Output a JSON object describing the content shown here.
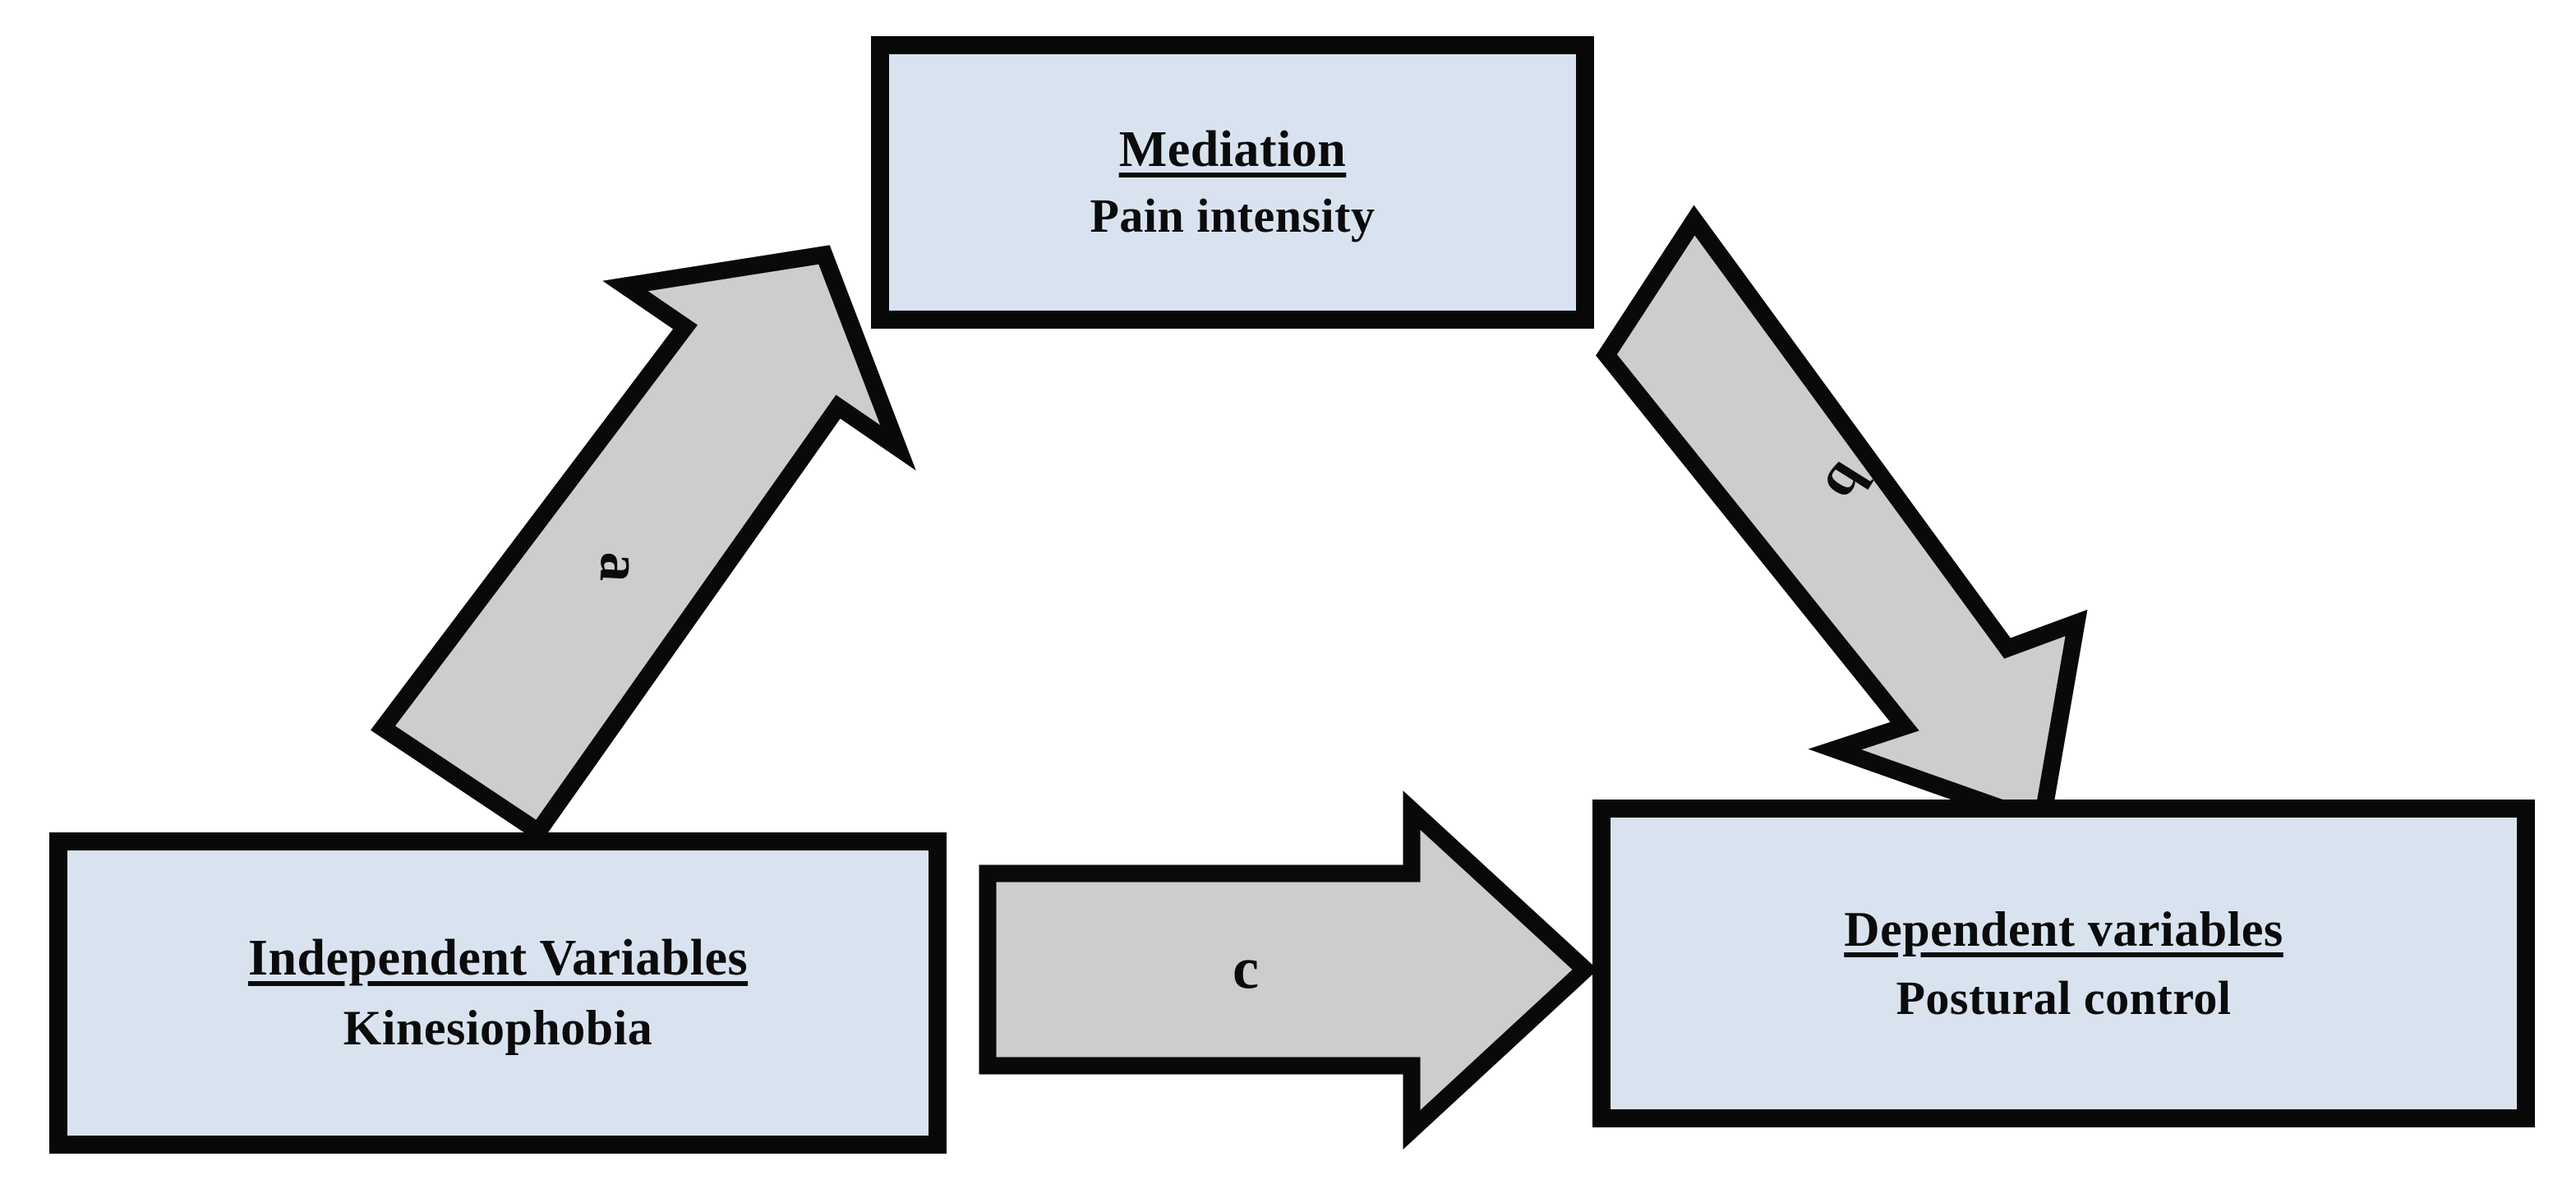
{
  "figure": {
    "type": "mediation-model-diagram",
    "background_color": "#ffffff",
    "box_fill_color": "#d9e3f0",
    "box_border_color": "#080808",
    "arrow_fill_color": "#cfcccd",
    "arrow_border_color": "#090909",
    "text_color": "#0b0b0b"
  },
  "nodes": {
    "mediation": {
      "title": "Mediation",
      "subtitle": "Pain intensity"
    },
    "independent": {
      "title": "Independent Variables",
      "subtitle": "Kinesiophobia"
    },
    "dependent": {
      "title": "Dependent variables",
      "subtitle": "Postural control"
    }
  },
  "arrows": {
    "a": {
      "label": "a",
      "from": "independent",
      "to": "mediation",
      "direction": "up-right"
    },
    "b": {
      "label": "b",
      "from": "mediation",
      "to": "dependent",
      "direction": "down-right"
    },
    "c": {
      "label": "c",
      "from": "independent",
      "to": "dependent",
      "direction": "right"
    }
  }
}
